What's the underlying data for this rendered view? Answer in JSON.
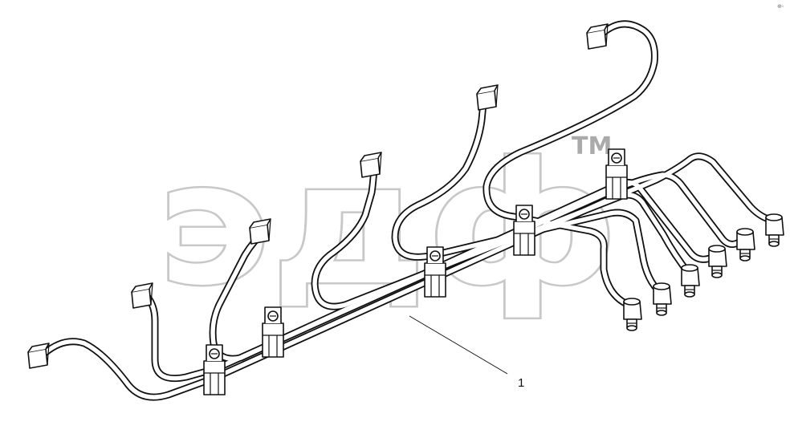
{
  "watermark": {
    "text": "эдф",
    "trademark": "TM"
  },
  "callout": {
    "label": "1"
  },
  "corner_mark": "⊕◦"
}
